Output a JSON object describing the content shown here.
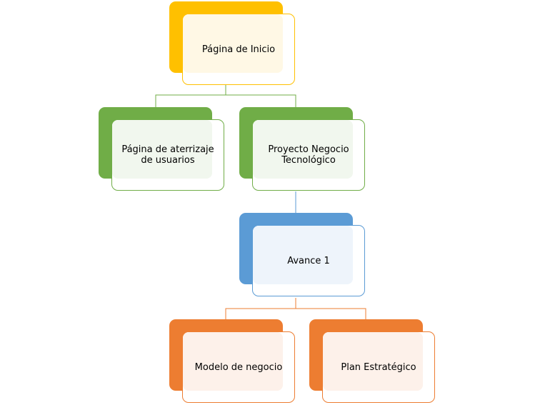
{
  "diagram": {
    "nodes": {
      "home": {
        "label": "Página de Inicio",
        "color": "#FFC000"
      },
      "landing": {
        "label": "Página de aterrizaje de usuarios",
        "color": "#70AD47"
      },
      "project": {
        "label": "Proyecto Negocio Tecnológico",
        "color": "#70AD47"
      },
      "progress": {
        "label": "Avance 1",
        "color": "#5B9BD5"
      },
      "business_model": {
        "label": "Modelo de negocio",
        "color": "#ED7D31"
      },
      "strategic_plan": {
        "label": "Plan Estratégico",
        "color": "#ED7D31"
      }
    },
    "edges": [
      {
        "from": "home",
        "to": "landing"
      },
      {
        "from": "home",
        "to": "project"
      },
      {
        "from": "project",
        "to": "progress"
      },
      {
        "from": "progress",
        "to": "business_model"
      },
      {
        "from": "progress",
        "to": "strategic_plan"
      }
    ]
  }
}
